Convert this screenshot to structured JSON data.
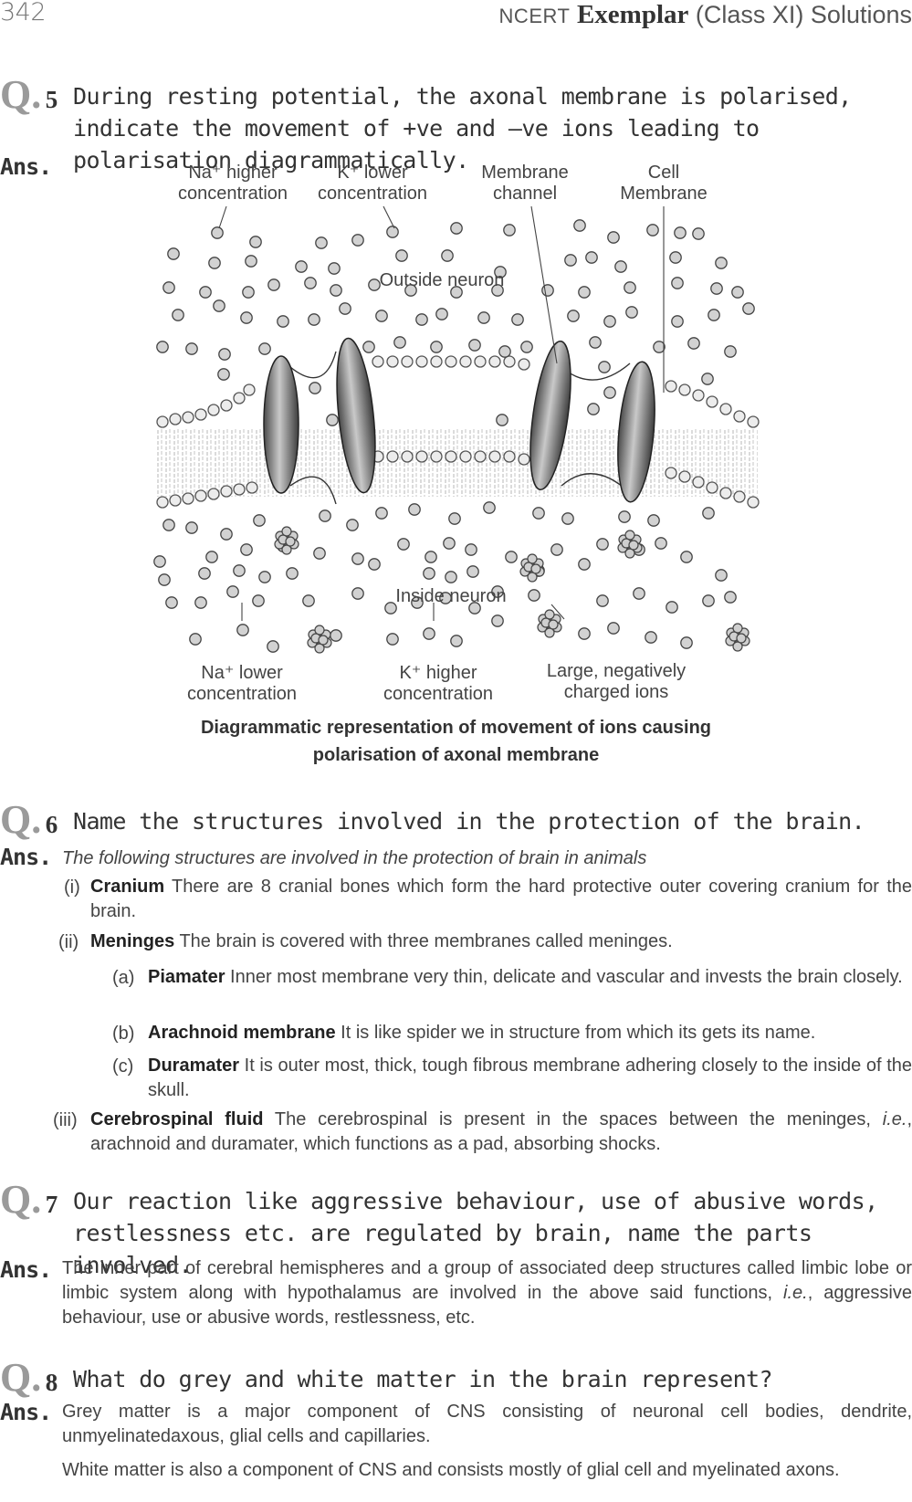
{
  "header": {
    "page_number": "342",
    "book_prefix": "NCERT",
    "book_bold": "Exemplar",
    "book_suffix": "(Class XI) Solutions"
  },
  "ans_label": "Ans.",
  "q5": {
    "q_letter": "Q.",
    "number": "5",
    "text": "During resting potential, the axonal membrane is polarised, indicate the movement of +ve and –ve ions leading to polarisation diagrammatically.",
    "diagram": {
      "labels": {
        "na_higher_1": "Na⁺ higher",
        "na_higher_2": "concentration",
        "k_lower_1": "K⁺ lower",
        "k_lower_2": "concentration",
        "channel_1": "Membrane",
        "channel_2": "channel",
        "cell_1": "Cell",
        "cell_2": "Membrane",
        "outside": "Outside neuron",
        "inside": "Inside neuron",
        "na_lower_1": "Na⁺ lower",
        "na_lower_2": "concentration",
        "k_higher_1": "K⁺ higher",
        "k_higher_2": "concentration",
        "large_1": "Large, negatively",
        "large_2": "charged ions"
      },
      "caption_line1": "Diagrammatic representation of movement of ions causing",
      "caption_line2": "polarisation of axonal membrane"
    }
  },
  "q6": {
    "q_letter": "Q.",
    "number": "6",
    "text": "Name the structures involved in the protection of the brain.",
    "intro": "The following structures are involved in the protection of brain in animals",
    "items": [
      {
        "marker": "(i)",
        "term": "Cranium",
        "text": " There are 8 cranial bones which form the hard protective outer covering cranium for the brain."
      },
      {
        "marker": "(ii)",
        "term": "Meninges",
        "text": " The brain is covered with three membranes called meninges."
      },
      {
        "marker": "(a)",
        "term": "Piamater",
        "text": " Inner most membrane very thin, delicate and vascular and invests the brain closely."
      },
      {
        "marker": "(b)",
        "term": "Arachnoid membrane",
        "text": " It is like spider we in structure from which its gets its name."
      },
      {
        "marker": "(c)",
        "term": "Duramater",
        "text": " It is outer most, thick, tough fibrous membrane adhering closely to the inside of the skull."
      },
      {
        "marker": "(iii)",
        "term": "Cerebrospinal fluid",
        "text_a": " The cerebrospinal is present in the spaces between the  meninges, ",
        "text_ie": "i.e.",
        "text_b": ", arachnoid and duramater, which  functions as a pad, absorbing shocks."
      }
    ]
  },
  "q7": {
    "q_letter": "Q.",
    "number": "7",
    "text": "Our reaction like aggressive behaviour, use of abusive words, restlessness etc. are regulated by brain, name the parts involved.",
    "ans_a": "The inner part of cerebral hemispheres and a group of associated deep structures called limbic lobe or limbic system along with hypothalamus are involved in the above said functions, ",
    "ans_ie": "i.e.",
    "ans_b": ", aggressive behaviour, use or abusive words, restlessness, etc."
  },
  "q8": {
    "q_letter": "Q.",
    "number": "8",
    "text": "What do grey and white matter in the brain represent?",
    "ans_p1": "Grey matter is a major component of CNS consisting of neuronal cell bodies, dendrite, unmyelinatedaxous, glial cells and capillaries.",
    "ans_p2": "White matter is also a component of CNS and consists mostly of glial cell and myelinated axons."
  }
}
